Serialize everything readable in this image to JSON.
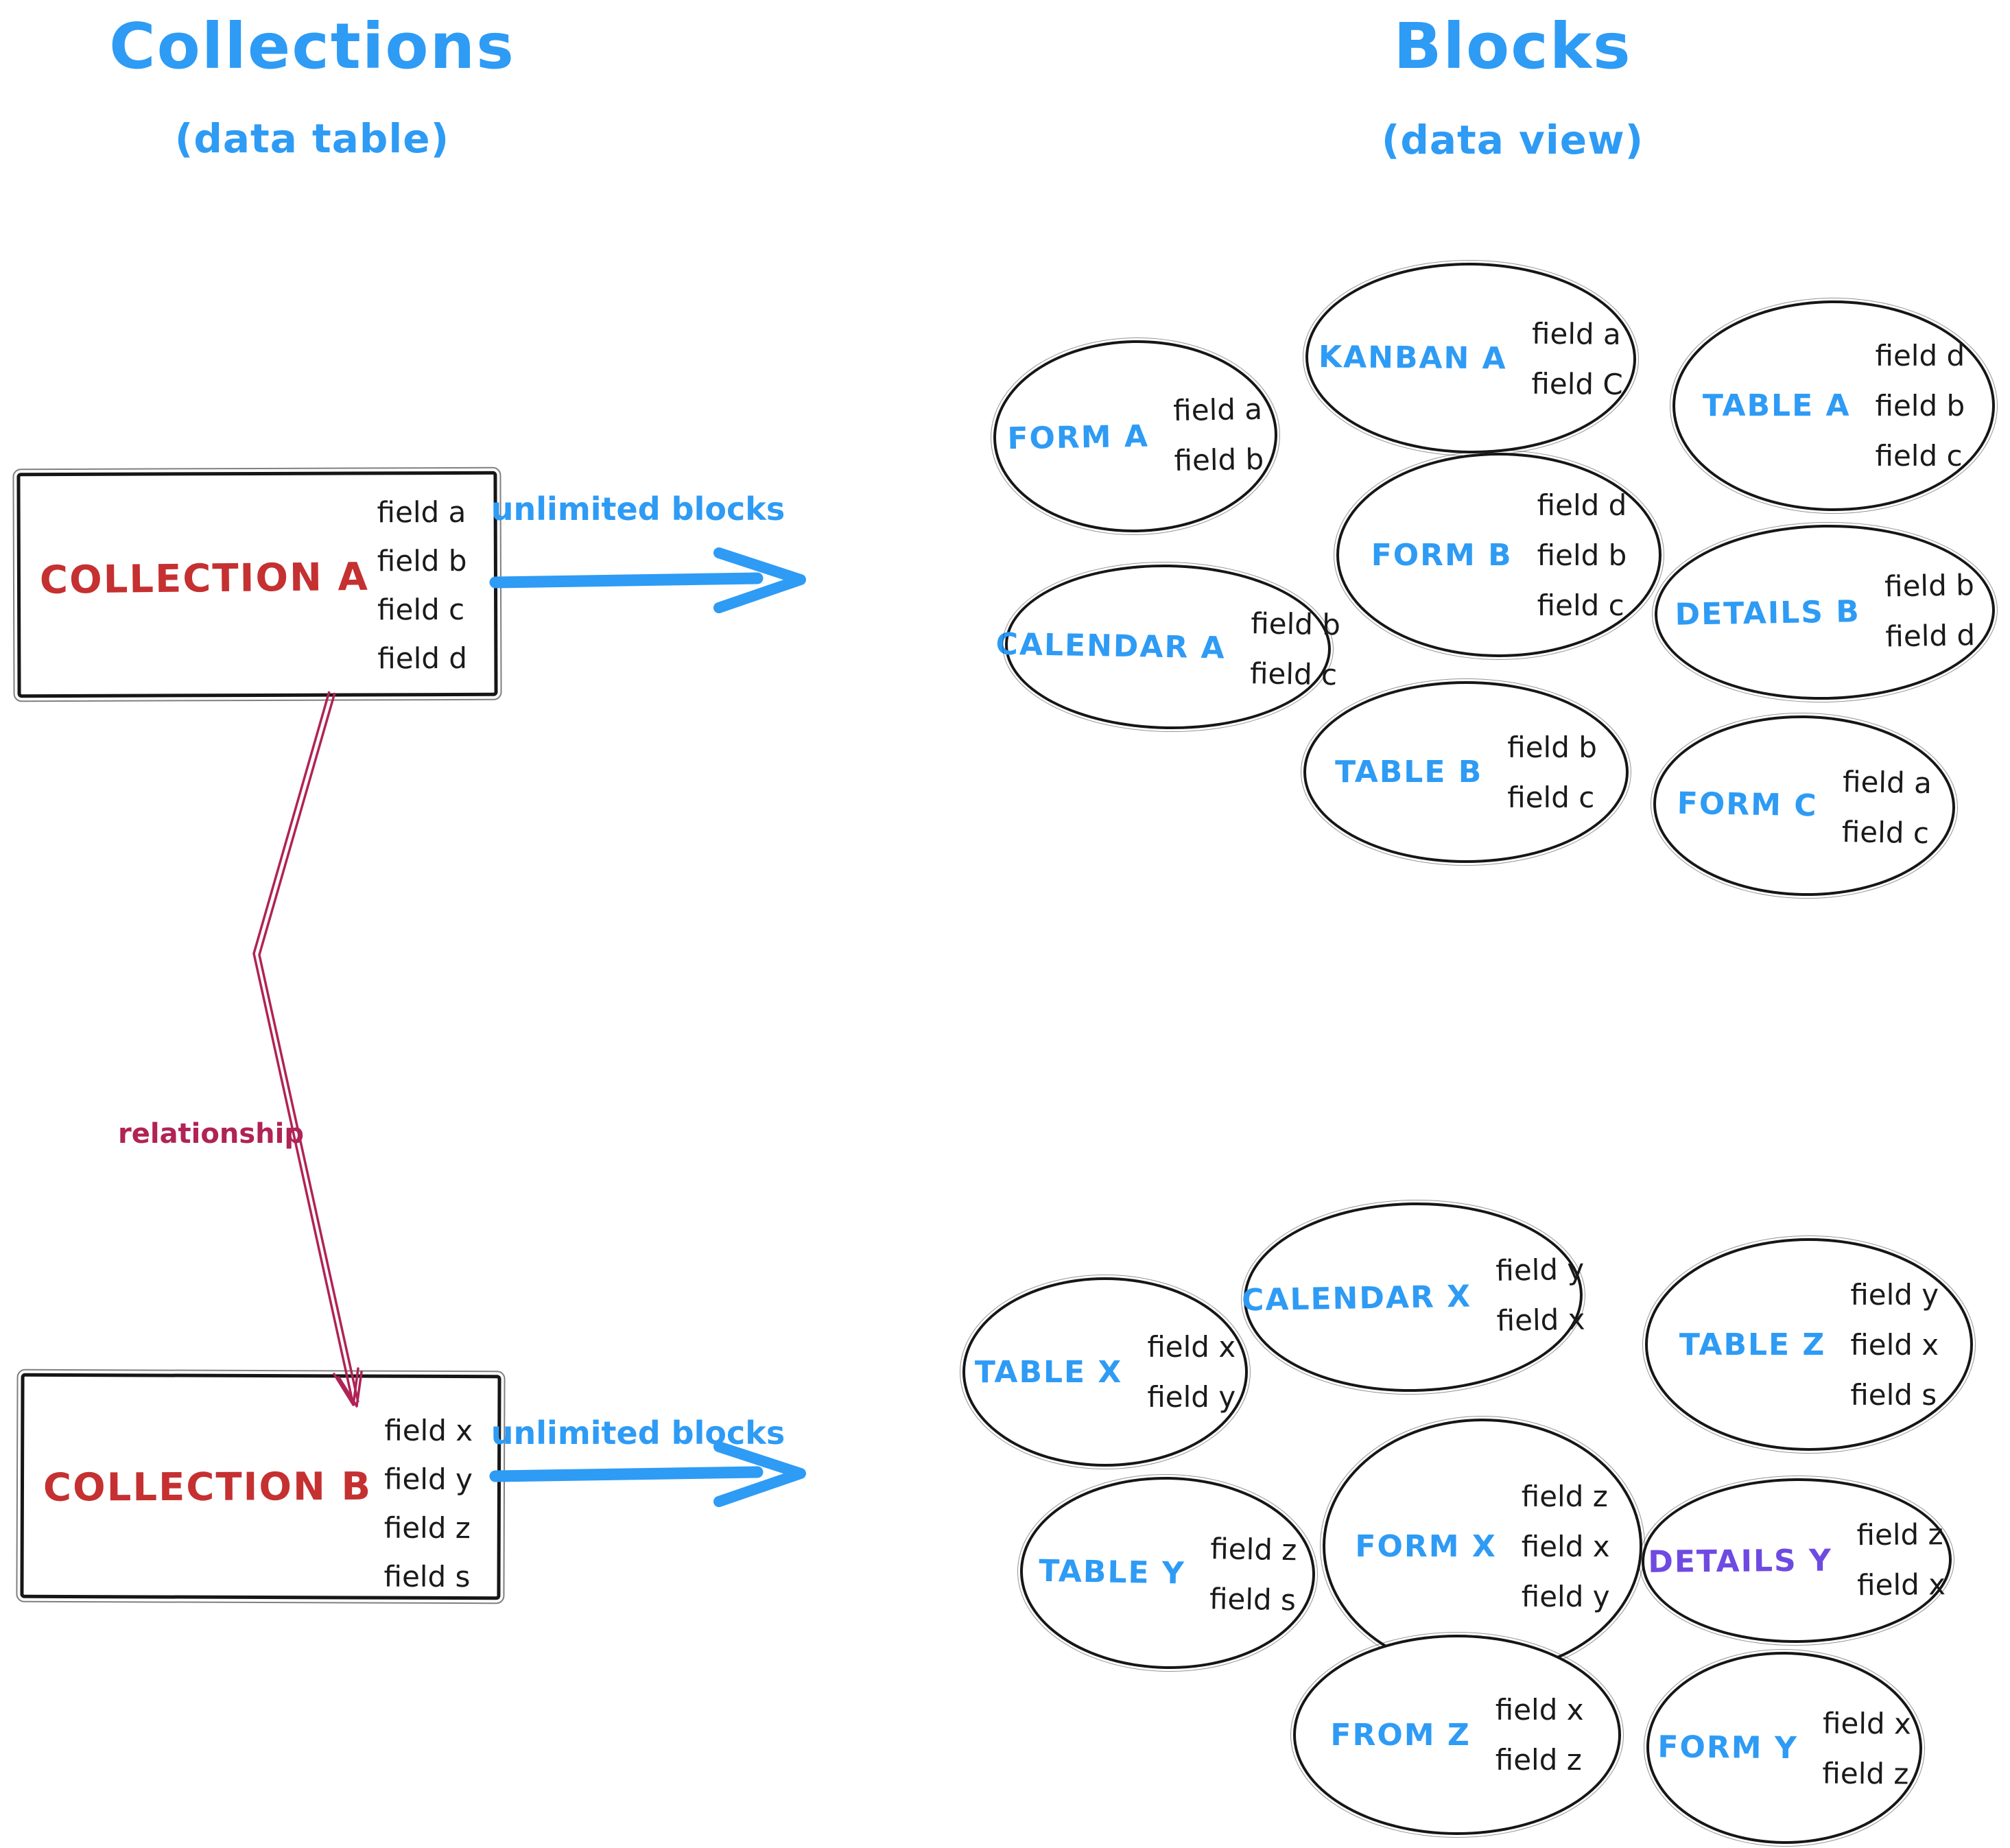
{
  "page": {
    "title_left": "Collections",
    "subtitle_left": "(data table)",
    "title_right": "Blocks",
    "subtitle_right": "(data view)"
  },
  "colors": {
    "accent_blue": "#2e9bf5",
    "collection_red": "#c53031",
    "relationship_crimson": "#b02355",
    "details_purple": "#6f4ae2",
    "ink_black": "#1a1a1a"
  },
  "collections": {
    "a": {
      "label": "COLLECTION A",
      "fields": [
        "field a",
        "field b",
        "field c",
        "field d"
      ]
    },
    "b": {
      "label": "COLLECTION B",
      "fields": [
        "field x",
        "field y",
        "field z",
        "field s"
      ]
    }
  },
  "arrows": {
    "a_label": "unlimited blocks",
    "b_label": "unlimited blocks",
    "relationship_label": "relationship"
  },
  "blocks_a": [
    {
      "label": "FORM A",
      "fields": [
        "field a",
        "field b"
      ]
    },
    {
      "label": "KANBAN A",
      "fields": [
        "field a",
        "field C"
      ]
    },
    {
      "label": "TABLE A",
      "fields": [
        "field d",
        "field b",
        "field c"
      ]
    },
    {
      "label": "CALENDAR A",
      "fields": [
        "field b",
        "field c"
      ]
    },
    {
      "label": "FORM B",
      "fields": [
        "field d",
        "field b",
        "field c"
      ]
    },
    {
      "label": "DETAILS B",
      "fields": [
        "field b",
        "field d"
      ]
    },
    {
      "label": "TABLE B",
      "fields": [
        "field b",
        "field c"
      ]
    },
    {
      "label": "FORM C",
      "fields": [
        "field a",
        "field c"
      ]
    }
  ],
  "blocks_b": [
    {
      "label": "TABLE X",
      "fields": [
        "field x",
        "field y"
      ]
    },
    {
      "label": "CALENDAR X",
      "fields": [
        "field y",
        "field x"
      ]
    },
    {
      "label": "TABLE Z",
      "fields": [
        "field y",
        "field x",
        "field s"
      ]
    },
    {
      "label": "TABLE Y",
      "fields": [
        "field z",
        "field s"
      ]
    },
    {
      "label": "FORM X",
      "fields": [
        "field z",
        "field x",
        "field y"
      ]
    },
    {
      "label": "DETAILS Y",
      "fields": [
        "field z",
        "field x"
      ]
    },
    {
      "label": "FROM Z",
      "fields": [
        "field x",
        "field z"
      ]
    },
    {
      "label": "FORM Y",
      "fields": [
        "field x",
        "field z"
      ]
    }
  ]
}
